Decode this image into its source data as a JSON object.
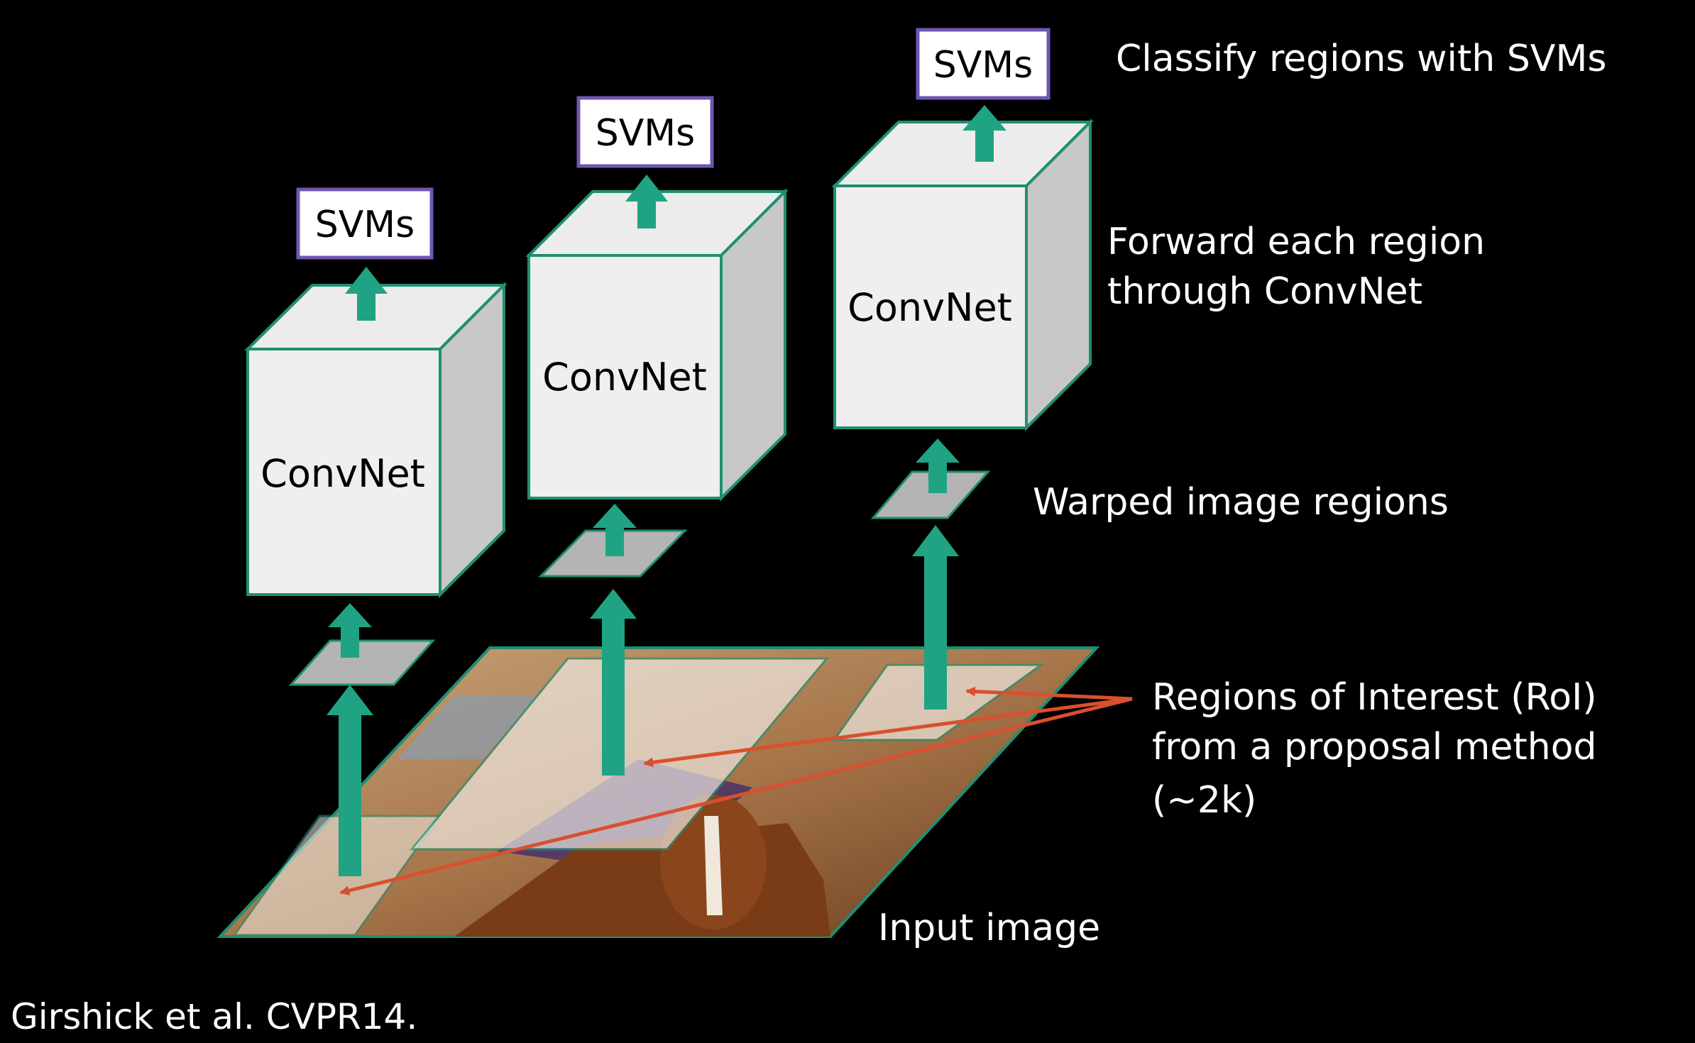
{
  "svm_label": "SVMs",
  "convnet_label": "ConvNet",
  "annotations": {
    "classify": "Classify regions with SVMs",
    "forward_line1": "Forward each region",
    "forward_line2": "through ConvNet",
    "warped": "Warped image regions",
    "roi_line1": "Regions of Interest (RoI)",
    "roi_line2": "from a proposal method",
    "roi_line3": "(~2k)",
    "input": "Input image"
  },
  "citation": "Girshick et al. CVPR14.",
  "colors": {
    "background": "#000000",
    "arrow_green": "#1fa383",
    "cube_border": "#1f8f72",
    "cube_front": "#efefef",
    "cube_top": "#ececec",
    "cube_side": "#c8c8c8",
    "svm_border": "#7056b0",
    "warped_region": "#b4b4b4",
    "pointer_red": "#d9502f"
  }
}
